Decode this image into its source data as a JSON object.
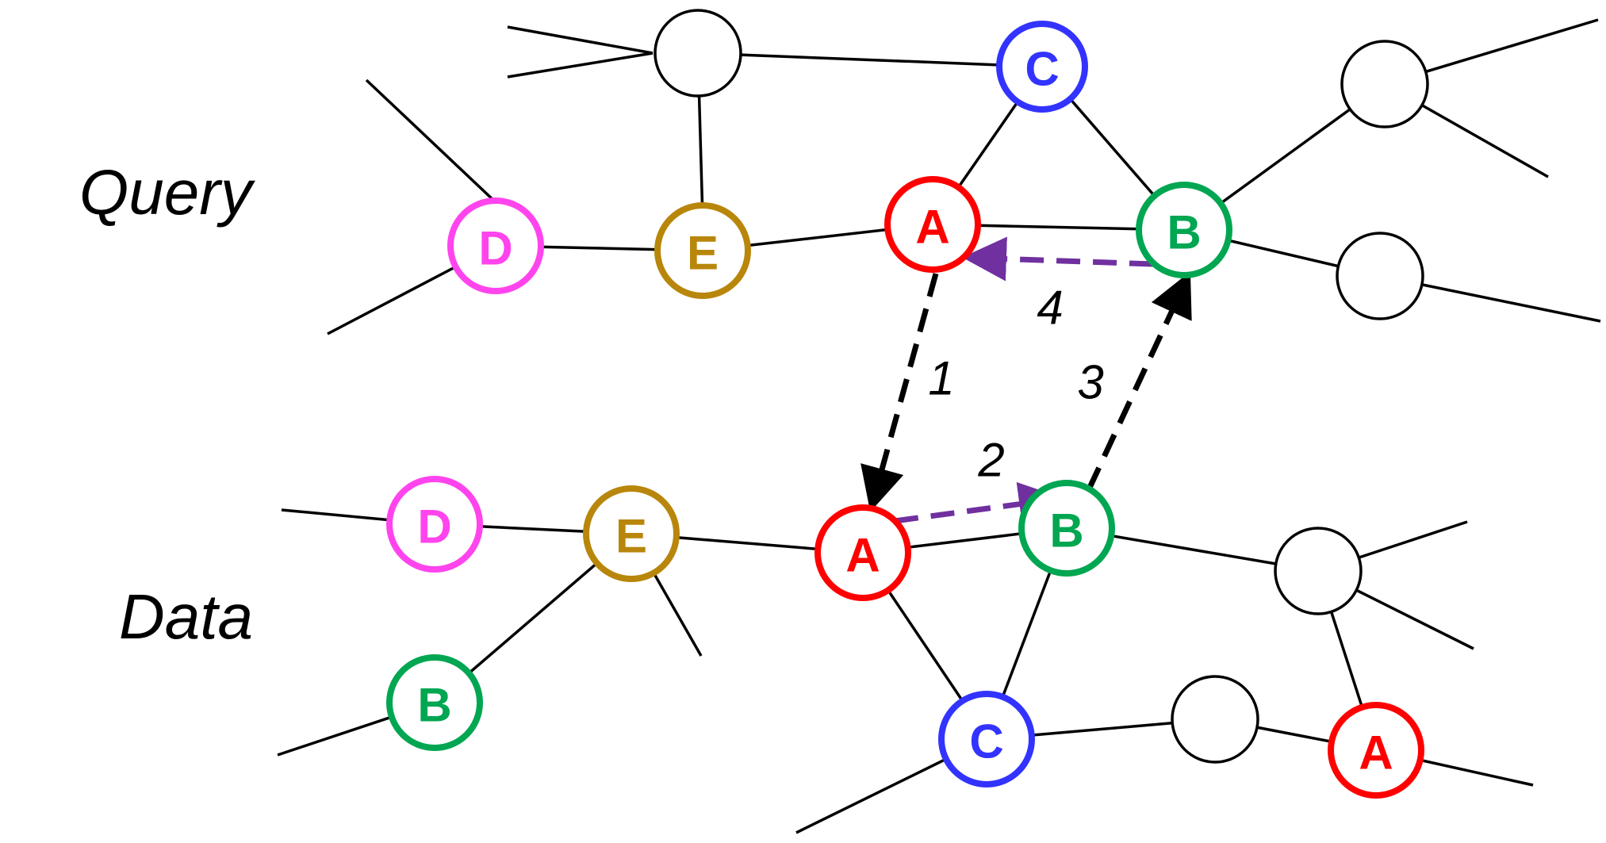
{
  "sections": {
    "query": "Query",
    "data": "Data"
  },
  "colors": {
    "A": "#ff0000",
    "B": "#00a651",
    "C": "#3333ff",
    "D": "#ff44ee",
    "E": "#b8860b",
    "none": "#000000",
    "map_arrow": "#000000",
    "walk_arrow": "#7030a0"
  },
  "query_nodes": [
    {
      "id": "q_top",
      "label": ""
    },
    {
      "id": "q_C",
      "label": "C"
    },
    {
      "id": "q_rtop",
      "label": ""
    },
    {
      "id": "q_D",
      "label": "D"
    },
    {
      "id": "q_E",
      "label": "E"
    },
    {
      "id": "q_A",
      "label": "A"
    },
    {
      "id": "q_B",
      "label": "B"
    },
    {
      "id": "q_rmid",
      "label": ""
    }
  ],
  "data_nodes": [
    {
      "id": "d_D",
      "label": "D"
    },
    {
      "id": "d_E",
      "label": "E"
    },
    {
      "id": "d_A",
      "label": "A"
    },
    {
      "id": "d_B",
      "label": "B"
    },
    {
      "id": "d_rmid",
      "label": ""
    },
    {
      "id": "d_B2",
      "label": "B"
    },
    {
      "id": "d_C",
      "label": "C"
    },
    {
      "id": "d_rbot",
      "label": ""
    },
    {
      "id": "d_A2",
      "label": "A"
    }
  ],
  "steps": [
    {
      "label": "1",
      "kind": "map"
    },
    {
      "label": "2",
      "kind": "walk"
    },
    {
      "label": "3",
      "kind": "map"
    },
    {
      "label": "4",
      "kind": "walk"
    }
  ]
}
